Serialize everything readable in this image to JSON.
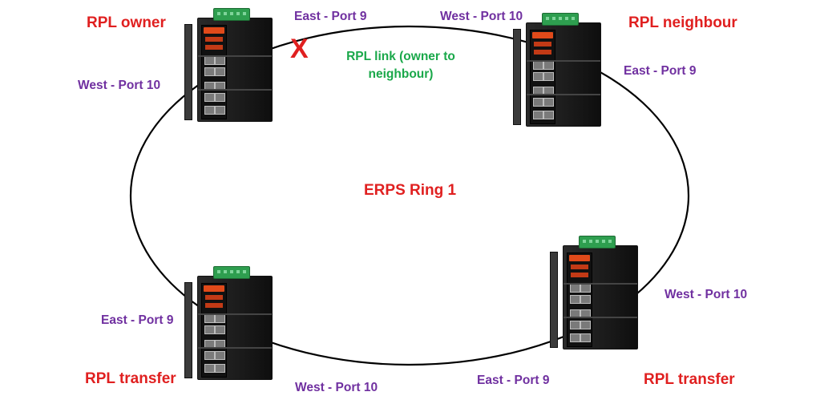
{
  "diagram": {
    "ring_label": "ERPS Ring 1",
    "link_label_line1": "RPL link (owner to",
    "link_label_line2": "neighbour)",
    "block_marker": "X",
    "nodes": {
      "top_left": {
        "role": "RPL owner",
        "port_a": "East - Port 9",
        "port_b": "West  - Port 10"
      },
      "top_right": {
        "role": "RPL neighbour",
        "port_a": "West - Port 10",
        "port_b": "East - Port 9"
      },
      "bottom_left": {
        "role": "RPL transfer",
        "port_a": "East - Port 9",
        "port_b": "West - Port 10"
      },
      "bottom_right": {
        "role": "RPL transfer",
        "port_a": "West - Port 10",
        "port_b": "East - Port 9"
      }
    },
    "colors": {
      "role": "#e02020",
      "port": "#7030a0",
      "link": "#1aa84a",
      "ring": "#000000",
      "ring_label": "#e02020",
      "marker": "#e02020"
    }
  }
}
